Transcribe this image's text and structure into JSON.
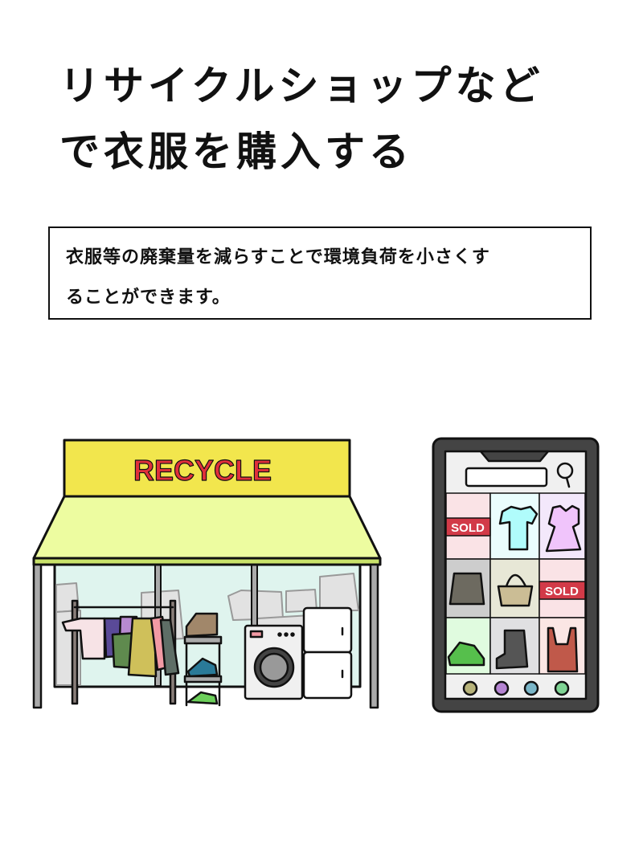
{
  "title": {
    "line1": "リサイクルショップなど",
    "line2": "で衣服を購入する"
  },
  "description": {
    "line1": "衣服等の廃棄量を減らすことで環境負荷を小さくす",
    "line2": "ることができます。"
  },
  "store": {
    "sign_text": "RECYCLE",
    "sign_color": "#f2e64d",
    "text_color": "#e0303a",
    "awning_color": "#edfca0"
  },
  "phone": {
    "sold_label_1": "SOLD",
    "sold_label_2": "SOLD",
    "sold_color": "#d23a48"
  }
}
